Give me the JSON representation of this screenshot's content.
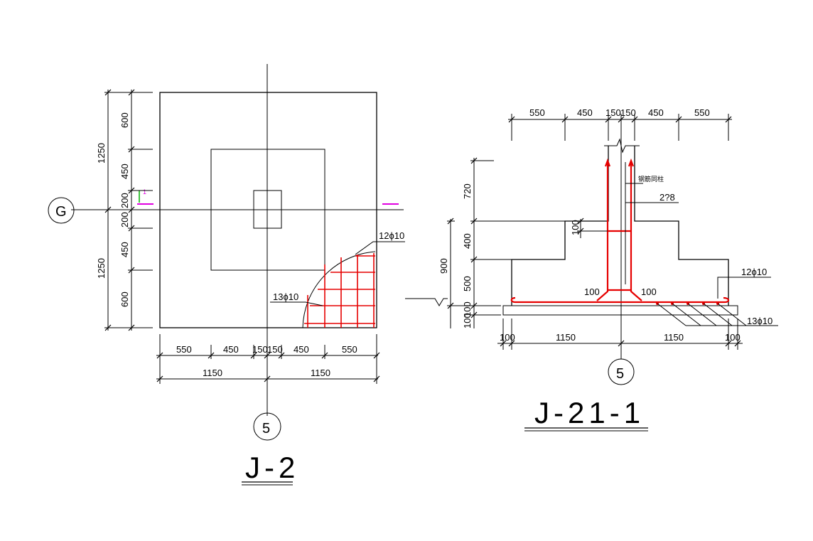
{
  "plan": {
    "title": "J-2",
    "axis_vertical": "5",
    "axis_horizontal": "G",
    "section_mark": "1",
    "dims_bottom": [
      "550",
      "450",
      "150",
      "150",
      "450",
      "550"
    ],
    "dims_bottom_total": [
      "1150",
      "1150"
    ],
    "dims_left_inner": [
      "600",
      "450",
      "200",
      "200",
      "450",
      "600"
    ],
    "dims_left_outer": [
      "1250",
      "1250"
    ],
    "rebar_label_top": "12ϕ10",
    "rebar_label_mid": "13ϕ10"
  },
  "section": {
    "title": "J-21-1",
    "axis": "5",
    "dims_top": [
      "550",
      "450",
      "150",
      "150",
      "450",
      "550"
    ],
    "dims_left_inner": [
      "720",
      "400",
      "500",
      "100"
    ],
    "dims_left_outer": "900",
    "dim_left_bottom": "100",
    "dim_step": "100",
    "dims_bottom": [
      "100",
      "1150",
      "1150",
      "100"
    ],
    "label_column": "钢筋同柱",
    "label_column_bars": "2?8",
    "label_bar_top": "12ϕ10",
    "label_bar_bottom": "13ϕ10",
    "hook_left": "100",
    "hook_right": "100"
  }
}
